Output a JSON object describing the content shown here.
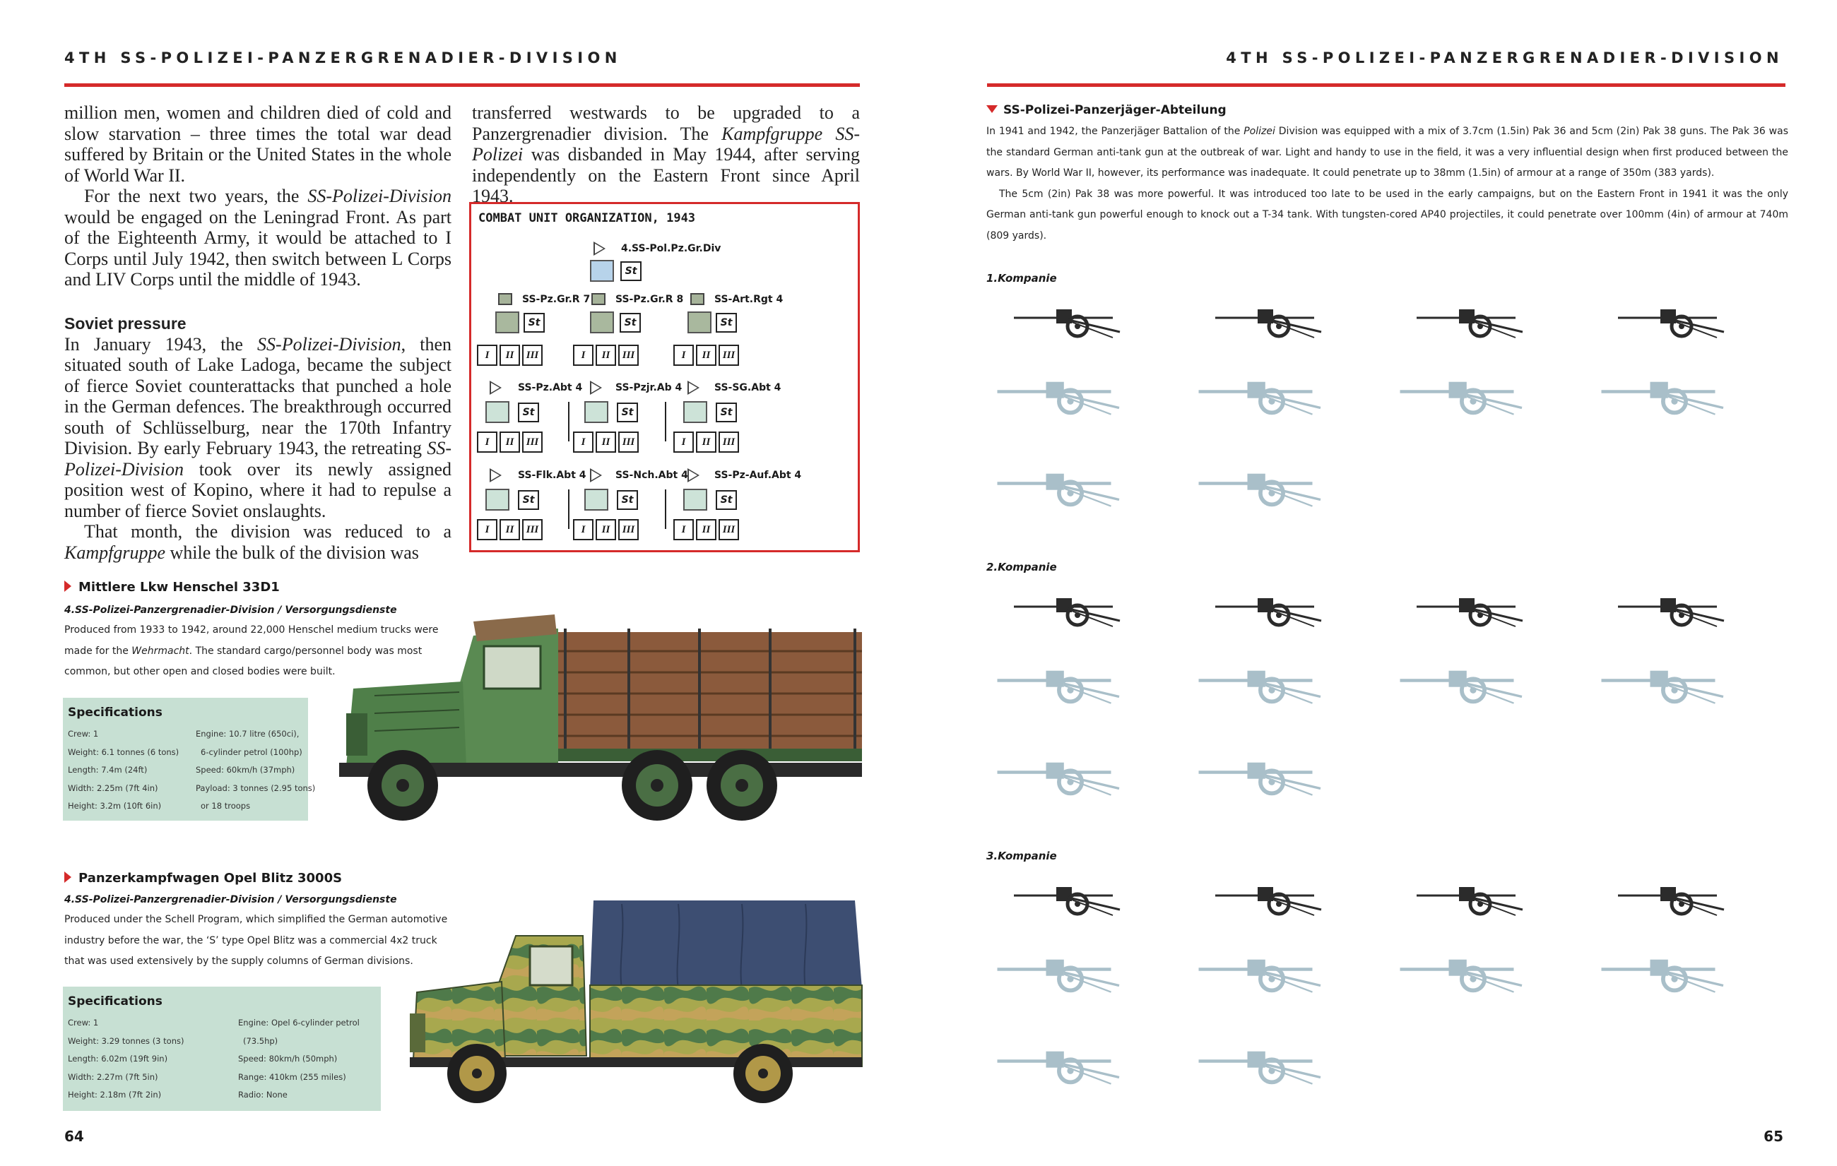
{
  "header": {
    "left_title": "4TH SS-POLIZEI-PANZERGRENADIER-DIVISION",
    "right_title": "4TH SS-POLIZEI-PANZERGRENADIER-DIVISION"
  },
  "body_text": {
    "col1_p1": "million men, women and children died of cold and slow starvation – three times the total war dead suffered by Britain or the United States in the whole of World War II.",
    "col1_p2_a": "For the next two years, the ",
    "col1_p2_i": "SS-Polizei-Division",
    "col1_p2_b": " would be engaged on the Leningrad Front. As part of the Eighteenth Army, it would be attached to I Corps until July 1942, then switch between L Corps and LIV Corps until the middle of 1943.",
    "subhead": "Soviet pressure",
    "col1_p3_a": "In January 1943, the ",
    "col1_p3_i": "SS-Polizei-Division",
    "col1_p3_b": ", then situated south of Lake Ladoga, became the subject of fierce Soviet counterattacks that punched a hole in the German defences. The breakthrough occurred south of Schlüsselburg, near the 170th Infantry Division. By early February 1943, the retreating ",
    "col1_p3_i2": "SS-Polizei-Division",
    "col1_p3_c": " took over its newly assigned position west of Kopino, where it had to repulse a number of fierce Soviet onslaughts.",
    "col1_p4_a": "That month, the division was reduced to a ",
    "col1_p4_i": "Kampfgruppe",
    "col1_p4_b": " while the bulk of the division was",
    "col2_a": "transferred westwards to be upgraded to a Panzergrenadier division. The ",
    "col2_i": "Kampfgruppe SS-Polizei",
    "col2_b": " was disbanded in May 1944, after serving independently on the Eastern Front since April 1943."
  },
  "org_chart": {
    "title": "COMBAT UNIT ORGANIZATION, 1943",
    "division": "4.SS-Pol.Pz.Gr.Div",
    "staff": "St",
    "row1": [
      "SS-Pz.Gr.R 7",
      "SS-Pz.Gr.R 8",
      "SS-Art.Rgt 4"
    ],
    "row2": [
      "SS-Pz.Abt 4",
      "SS-Pzjr.Ab 4",
      "SS-SG.Abt 4"
    ],
    "row3": [
      "SS-Flk.Abt 4",
      "SS-Nch.Abt 4",
      "SS-Pz-Auf.Abt 4"
    ],
    "battalions": [
      "I",
      "II",
      "III"
    ]
  },
  "vehicle1": {
    "title": "Mittlere Lkw Henschel 33D1",
    "subtitle": "4.SS-Polizei-Panzergrenadier-Division / Versorgungsdienste",
    "desc_a": "Produced from 1933 to 1942, around 22,000 Henschel medium trucks were made for the ",
    "desc_i": "Wehrmacht",
    "desc_b": ". The standard cargo/personnel body was most common, but other open and closed bodies were built.",
    "spec_title": "Specifications",
    "spec_left": [
      "Crew: 1",
      "Weight: 6.1 tonnes (6 tons)",
      "Length: 7.4m (24ft)",
      "Width: 2.25m (7ft 4in)",
      "Height: 3.2m (10ft 6in)"
    ],
    "spec_right": [
      "Engine: 10.7 litre (650ci),",
      "6-cylinder petrol (100hp)",
      "Speed: 60km/h (37mph)",
      "Payload: 3 tonnes (2.95 tons)",
      "or 18 troops"
    ]
  },
  "vehicle2": {
    "title": "Panzerkampfwagen Opel Blitz 3000S",
    "subtitle": "4.SS-Polizei-Panzergrenadier-Division / Versorgungsdienste",
    "desc": "Produced under the Schell Program, which simplified the German automotive industry before the war, the ‘S’ type Opel Blitz was a commercial 4x2 truck that was used extensively by the supply columns of German divisions.",
    "spec_title": "Specifications",
    "spec_left": [
      "Crew: 1",
      "Weight: 3.29 tonnes (3 tons)",
      "Length: 6.02m (19ft 9in)",
      "Width: 2.27m (7ft 5in)",
      "Height: 2.18m (7ft 2in)"
    ],
    "spec_right": [
      "Engine: Opel 6-cylinder petrol",
      "(73.5hp)",
      "Speed: 80km/h (50mph)",
      "Range: 410km (255 miles)",
      "Radio: None"
    ]
  },
  "right_page": {
    "section_title": "SS-Polizei-Panzerjäger-Abteilung",
    "p1_a": "In 1941 and 1942, the Panzerjäger Battalion of the ",
    "p1_i": "Polizei",
    "p1_b": " Division was equipped with a mix of 3.7cm (1.5in) Pak 36 and 5cm (2in) Pak 38 guns. The Pak 36 was the standard German anti-tank gun at the outbreak of war. Light and handy to use in the field, it was a very influential design when first produced between the wars. By World War II, however, its performance was inadequate. It could penetrate up to 38mm (1.5in) of armour at a range of 350m (383 yards).",
    "p2": "The 5cm (2in) Pak 38 was more powerful. It was introduced too late to be used in the early campaigns, but on the Eastern Front in 1941 it was the only German anti-tank gun powerful enough to knock out a T-34 tank. With tungsten-cored AP40 projectiles, it could penetrate over 100mm (4in) of armour at 740m (809 yards).",
    "companies": [
      "1.Kompanie",
      "2.Kompanie",
      "3.Kompanie"
    ]
  },
  "page_numbers": {
    "left": "64",
    "right": "65"
  },
  "colors": {
    "accent": "#d52a2a",
    "spec_bg": "#c7e0d3",
    "pak36": "#2b2b2b",
    "pak38": "#a9bfc9"
  }
}
